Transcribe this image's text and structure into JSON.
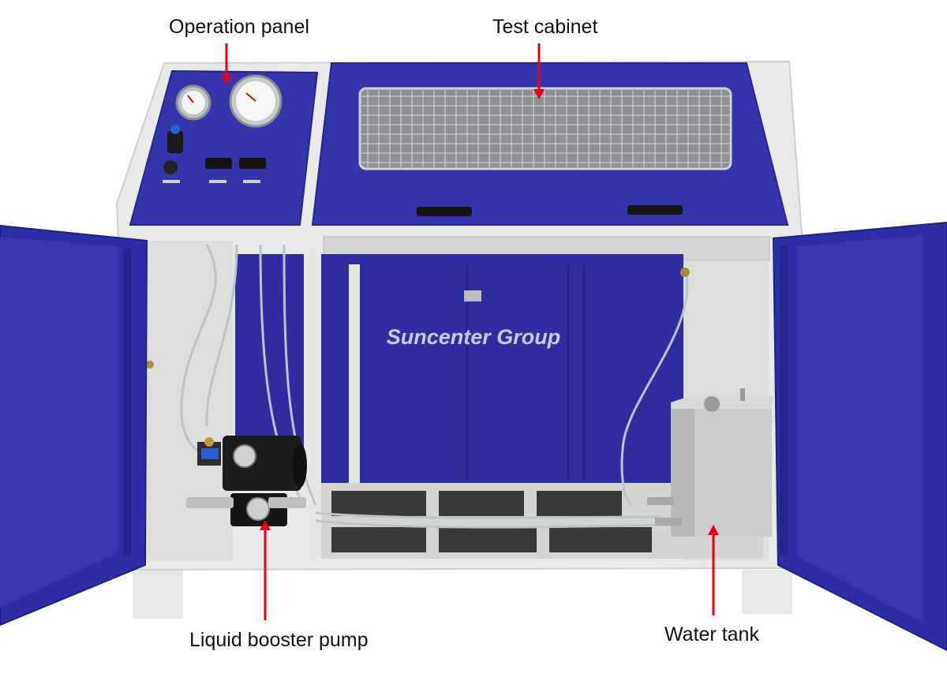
{
  "labels": {
    "operation_panel": "Operation panel",
    "test_cabinet": "Test cabinet",
    "liquid_booster_pump": "Liquid booster pump",
    "water_tank": "Water tank"
  },
  "brand": {
    "watermark": "Suncenter Group"
  },
  "colors": {
    "cabinet_blue": "#2f2fa8",
    "frame_grey": "#e6e6e4",
    "arrow_red": "#e3001b",
    "steel": "#c8c8c6"
  }
}
